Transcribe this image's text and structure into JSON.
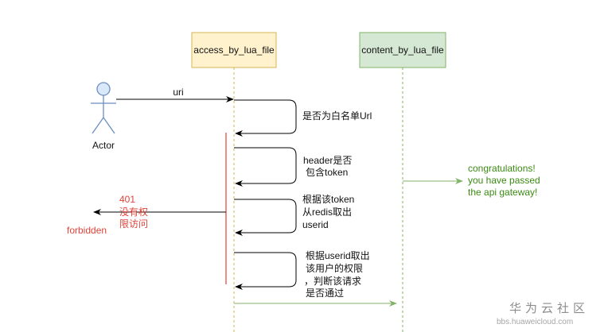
{
  "participants": {
    "access": {
      "label": "access_by_lua_file",
      "fill": "#fff2cc",
      "stroke": "#d6b656"
    },
    "content": {
      "label": "content_by_lua_file",
      "fill": "#d5e8d4",
      "stroke": "#82b366"
    }
  },
  "actor": {
    "label": "Actor",
    "fill": "#dae8fc",
    "stroke": "#6c8ebf"
  },
  "messages": {
    "uri": "uri"
  },
  "self_calls": {
    "whitelist": [
      "是否为白名单Url"
    ],
    "header": [
      "header是否",
      "包含token"
    ],
    "token": [
      "根据该token",
      "从redis取出",
      "userid"
    ],
    "permission": [
      "根据userid取出",
      "该用户的权限",
      "，判断该请求",
      "是否通过"
    ]
  },
  "reject": {
    "lines": [
      "401",
      "没有权",
      "限访问"
    ],
    "forbidden": "forbidden",
    "color": "#e0433a"
  },
  "success": {
    "lines": [
      "congratulations!",
      " you have passed",
      "the api gateway!"
    ],
    "color": "#82b366"
  },
  "watermark": {
    "main": "华为云社区",
    "sub": "bbs.huaweicloud.com"
  }
}
